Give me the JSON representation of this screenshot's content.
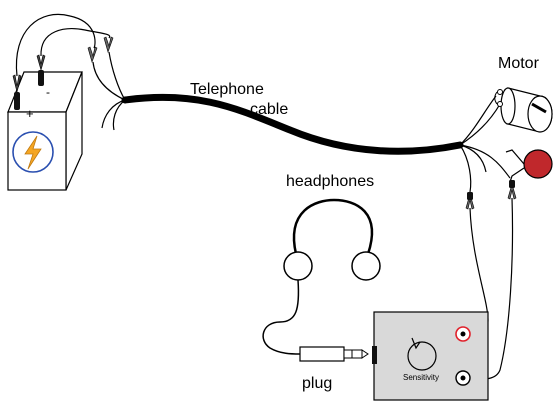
{
  "labels": {
    "telephone": "Telephone",
    "cable": "cable",
    "motor": "Motor",
    "headphones": "headphones",
    "plug": "plug",
    "sensitivity": "Sensitivity",
    "plus": "+",
    "minus": "-"
  },
  "colors": {
    "cable": "#000000",
    "box_fill": "#d9d9d9",
    "lightning": "#f5a623",
    "lamp": "#c0282c",
    "red_jack_ring": "#e0202a",
    "battery_circle": "#2a4fb0"
  }
}
